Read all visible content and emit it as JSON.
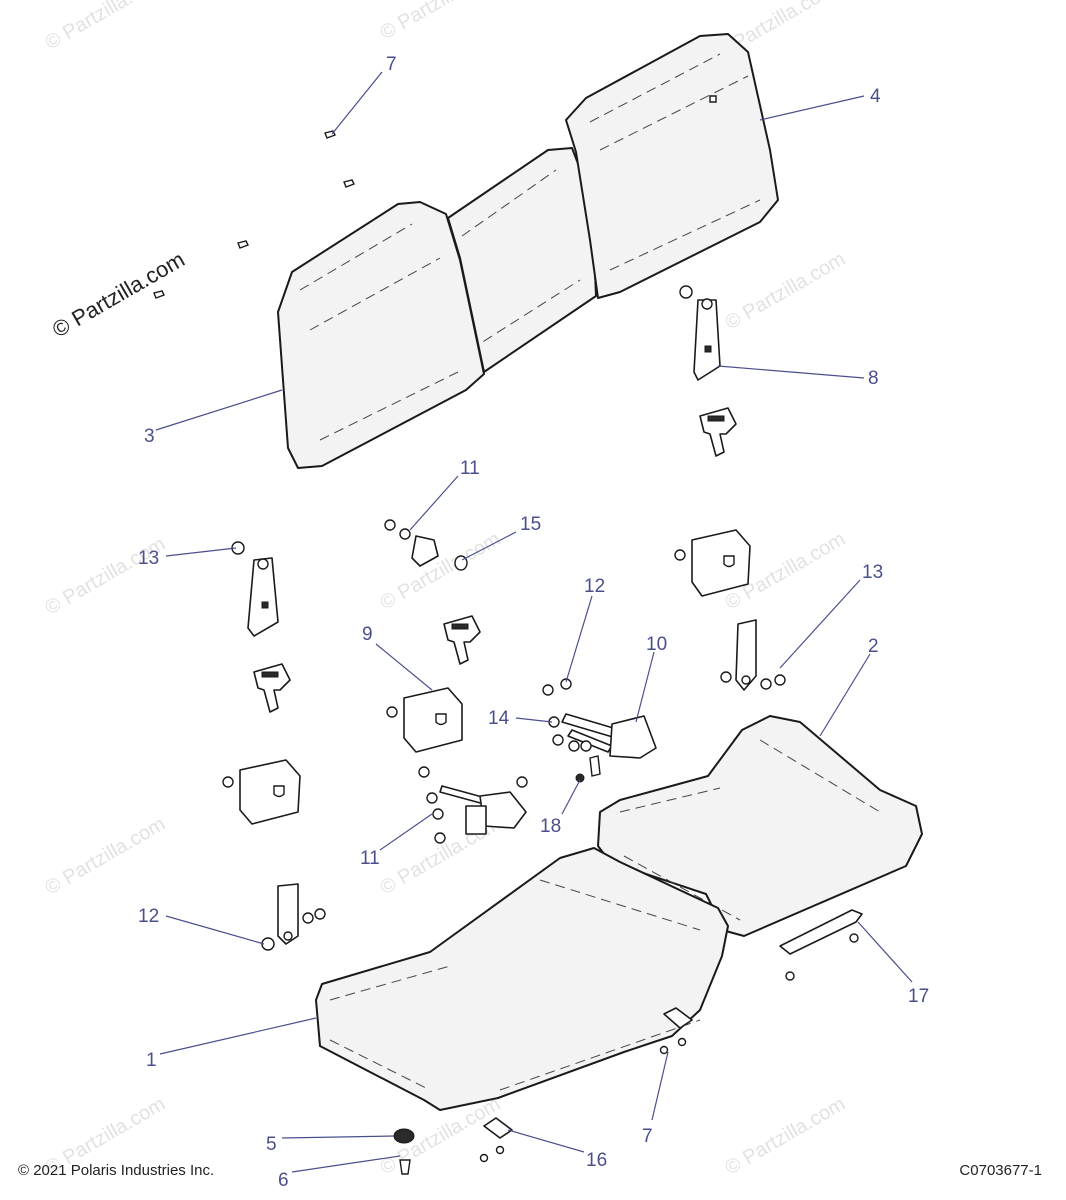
{
  "watermark": "© Partzilla.com",
  "copyright_badge": "© Partzilla.com",
  "footer": {
    "copyright": "© 2021 Polaris Industries Inc.",
    "diagram_code": "C0703677-1"
  },
  "callouts": {
    "c1": "1",
    "c2": "2",
    "c3": "3",
    "c4": "4",
    "c5": "5",
    "c6": "6",
    "c7a": "7",
    "c7b": "7",
    "c8": "8",
    "c9": "9",
    "c10": "10",
    "c11a": "11",
    "c11b": "11",
    "c12a": "12",
    "c12b": "12",
    "c13a": "13",
    "c13b": "13",
    "c14": "14",
    "c15": "15",
    "c16": "16",
    "c17": "17",
    "c18": "18"
  }
}
